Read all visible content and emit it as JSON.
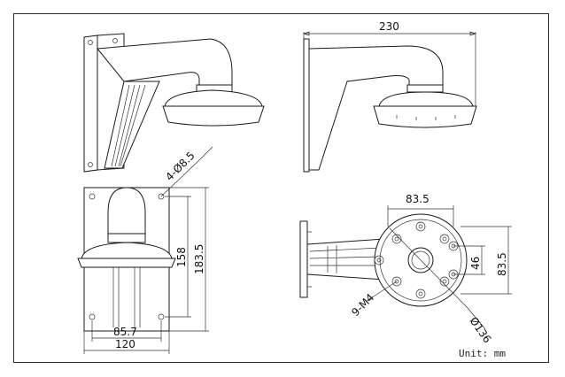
{
  "dimensions": {
    "side_width": "230",
    "holes_top": "4-Ø8.5",
    "height_inner": "158",
    "height_outer": "183.5",
    "base_inner": "85.7",
    "base_outer": "120",
    "cap_width": "83.5",
    "cap_spacing": "46",
    "cap_height": "83.5",
    "thread": "9-M4",
    "diameter": "Ø136"
  },
  "unit_label": "Unit:  mm"
}
